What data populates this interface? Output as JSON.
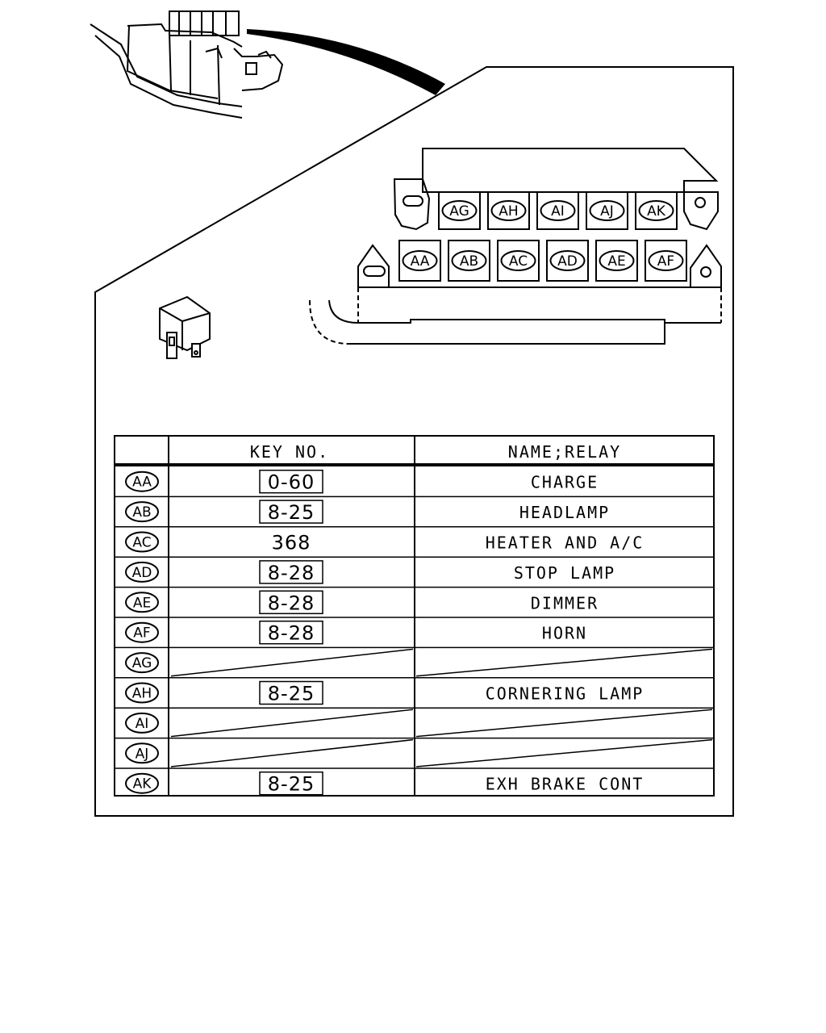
{
  "table": {
    "headers": {
      "code": "",
      "key": "KEY NO.",
      "name": "NAME;RELAY"
    },
    "rows": [
      {
        "code": "AA",
        "key": "0-60",
        "boxed": true,
        "name": "CHARGE"
      },
      {
        "code": "AB",
        "key": "8-25",
        "boxed": true,
        "name": "HEADLAMP"
      },
      {
        "code": "AC",
        "key": "368",
        "boxed": false,
        "name": "HEATER AND A/C"
      },
      {
        "code": "AD",
        "key": "8-28",
        "boxed": true,
        "name": "STOP LAMP"
      },
      {
        "code": "AE",
        "key": "8-28",
        "boxed": true,
        "name": "DIMMER"
      },
      {
        "code": "AF",
        "key": "8-28",
        "boxed": true,
        "name": "HORN"
      },
      {
        "code": "AG",
        "key": "",
        "boxed": false,
        "name": ""
      },
      {
        "code": "AH",
        "key": "8-25",
        "boxed": true,
        "name": "CORNERING LAMP"
      },
      {
        "code": "AI",
        "key": "",
        "boxed": false,
        "name": ""
      },
      {
        "code": "AJ",
        "key": "",
        "boxed": false,
        "name": ""
      },
      {
        "code": "AK",
        "key": "8-25",
        "boxed": true,
        "name": "EXH BRAKE CONT"
      }
    ]
  },
  "relay_block": {
    "top_row": [
      "AG",
      "AH",
      "AI",
      "AJ",
      "AK"
    ],
    "bottom_row": [
      "AA",
      "AB",
      "AC",
      "AD",
      "AE",
      "AF"
    ]
  }
}
